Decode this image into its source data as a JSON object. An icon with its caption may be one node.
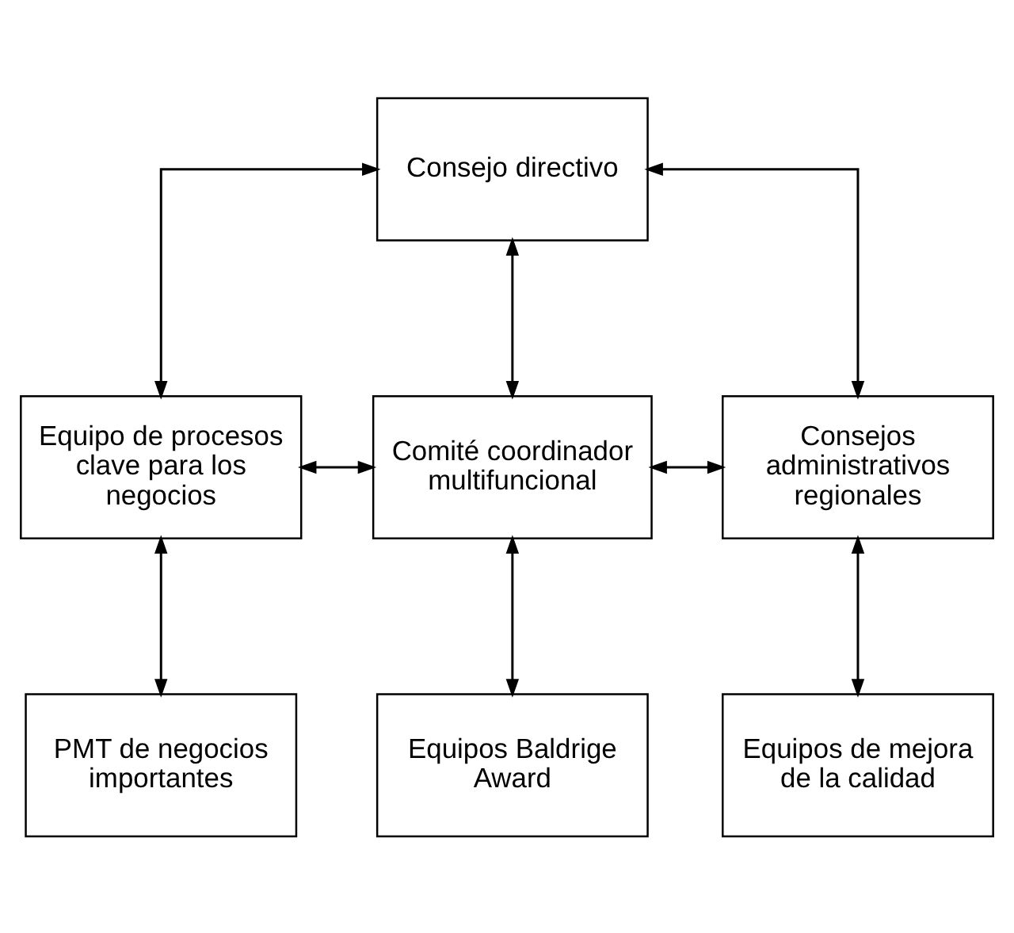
{
  "diagram": {
    "nodes": [
      {
        "text": [
          "Consejo directivo"
        ]
      },
      {
        "text": [
          "Equipo de procesos clave para los negocios"
        ]
      },
      {
        "text": [
          "Comité coordinador multifuncional"
        ]
      },
      {
        "text": [
          "Consejos administrativos regionales"
        ]
      },
      {
        "text": [
          "PMT de negocios importantes"
        ]
      },
      {
        "text": [
          "Equipos Baldrige Award"
        ]
      },
      {
        "text": [
          "Equipos de mejora de la calidad"
        ]
      }
    ],
    "edges": [
      {
        "from": 0,
        "to": 1,
        "arrow": "both"
      },
      {
        "from": 0,
        "to": 2,
        "arrow": "both"
      },
      {
        "from": 0,
        "to": 3,
        "arrow": "both"
      },
      {
        "from": 1,
        "to": 2,
        "arrow": "both"
      },
      {
        "from": 2,
        "to": 3,
        "arrow": "both"
      },
      {
        "from": 1,
        "to": 4,
        "arrow": "both"
      },
      {
        "from": 2,
        "to": 5,
        "arrow": "both"
      },
      {
        "from": 3,
        "to": 6,
        "arrow": "both"
      }
    ]
  }
}
